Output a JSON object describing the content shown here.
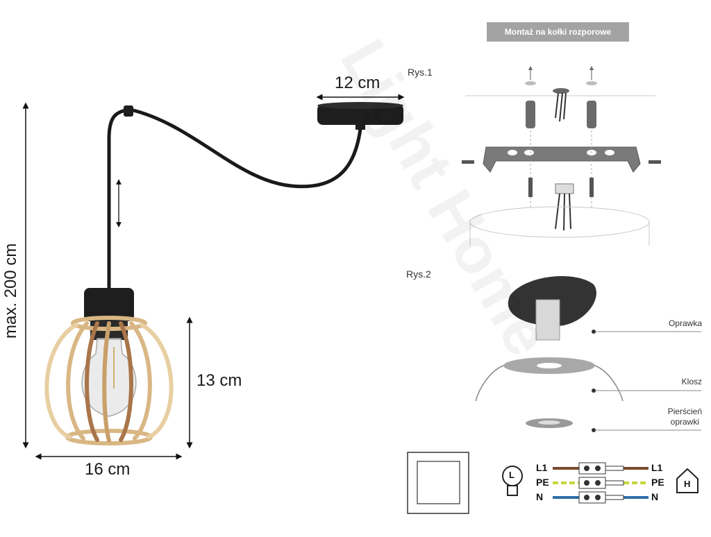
{
  "mount_banner": "Montaż na kołki rozporowe",
  "watermark": "Light Home",
  "dimensions": {
    "canopy_width": "12 cm",
    "max_height": "max. 200 cm",
    "shade_height": "13 cm",
    "shade_width": "16 cm"
  },
  "figures": {
    "fig1": "Rys.1",
    "fig2": "Rys.2"
  },
  "parts": {
    "oprawka": "Oprawka",
    "klosz": "Klosz",
    "ring_line1": "Pierścień",
    "ring_line2": "oprawki"
  },
  "wiring": {
    "left": [
      "L1",
      "PE",
      "N"
    ],
    "right": [
      "L1",
      "PE",
      "N"
    ],
    "bulb_letter": "L",
    "house_letter": "H"
  },
  "colors": {
    "L1": "#7a4a2e",
    "PE": "#c8d63c",
    "N": "#2f6fa8",
    "wood": "#e8cfa2",
    "metal": "#1e1e1e"
  }
}
